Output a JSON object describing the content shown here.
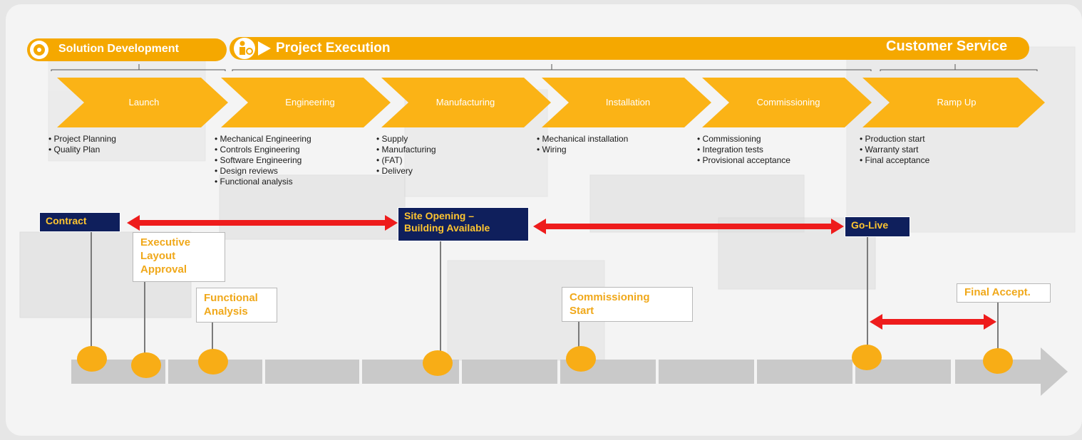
{
  "phases": {
    "solution_development": "Solution Development",
    "project_execution": "Project Execution",
    "customer_service": "Customer Service"
  },
  "steps": [
    {
      "label": "Launch",
      "bullets": [
        "Project Planning",
        "Quality Plan"
      ]
    },
    {
      "label": "Engineering",
      "bullets": [
        "Mechanical Engineering",
        "Controls Engineering",
        "Software Engineering",
        "Design reviews",
        "Functional analysis"
      ]
    },
    {
      "label": "Manufacturing",
      "bullets": [
        "Supply",
        "Manufacturing",
        "(FAT)",
        "Delivery"
      ]
    },
    {
      "label": "Installation",
      "bullets": [
        "Mechanical installation",
        "Wiring"
      ]
    },
    {
      "label": "Commissioning",
      "bullets": [
        "Commissioning",
        "Integration tests",
        "Provisional acceptance"
      ]
    },
    {
      "label": "Ramp Up",
      "bullets": [
        "Production start",
        "Warranty start",
        "Final acceptance"
      ]
    }
  ],
  "milestones": {
    "contract": "Contract",
    "site_opening_1": "Site Opening –",
    "site_opening_2": "Building Available",
    "go_live": "Go-Live",
    "executive_1": "Executive",
    "executive_2": "Layout",
    "executive_3": "Approval",
    "functional_1": "Functional",
    "functional_2": "Analysis",
    "commissioning_1": "Commissioning",
    "commissioning_2": "Start",
    "final_accept": "Final Accept."
  },
  "icons": [
    "gear-icon",
    "person-gear-icon",
    "chevron-arrow-icon",
    "double-arrow-icon"
  ],
  "colors": {
    "phase_orange": "#f5a800",
    "step_orange": "#fbb316",
    "navy": "#0f1f5c",
    "arrow_red": "#ee1c1c",
    "milestone_text": "#f0a81a"
  }
}
